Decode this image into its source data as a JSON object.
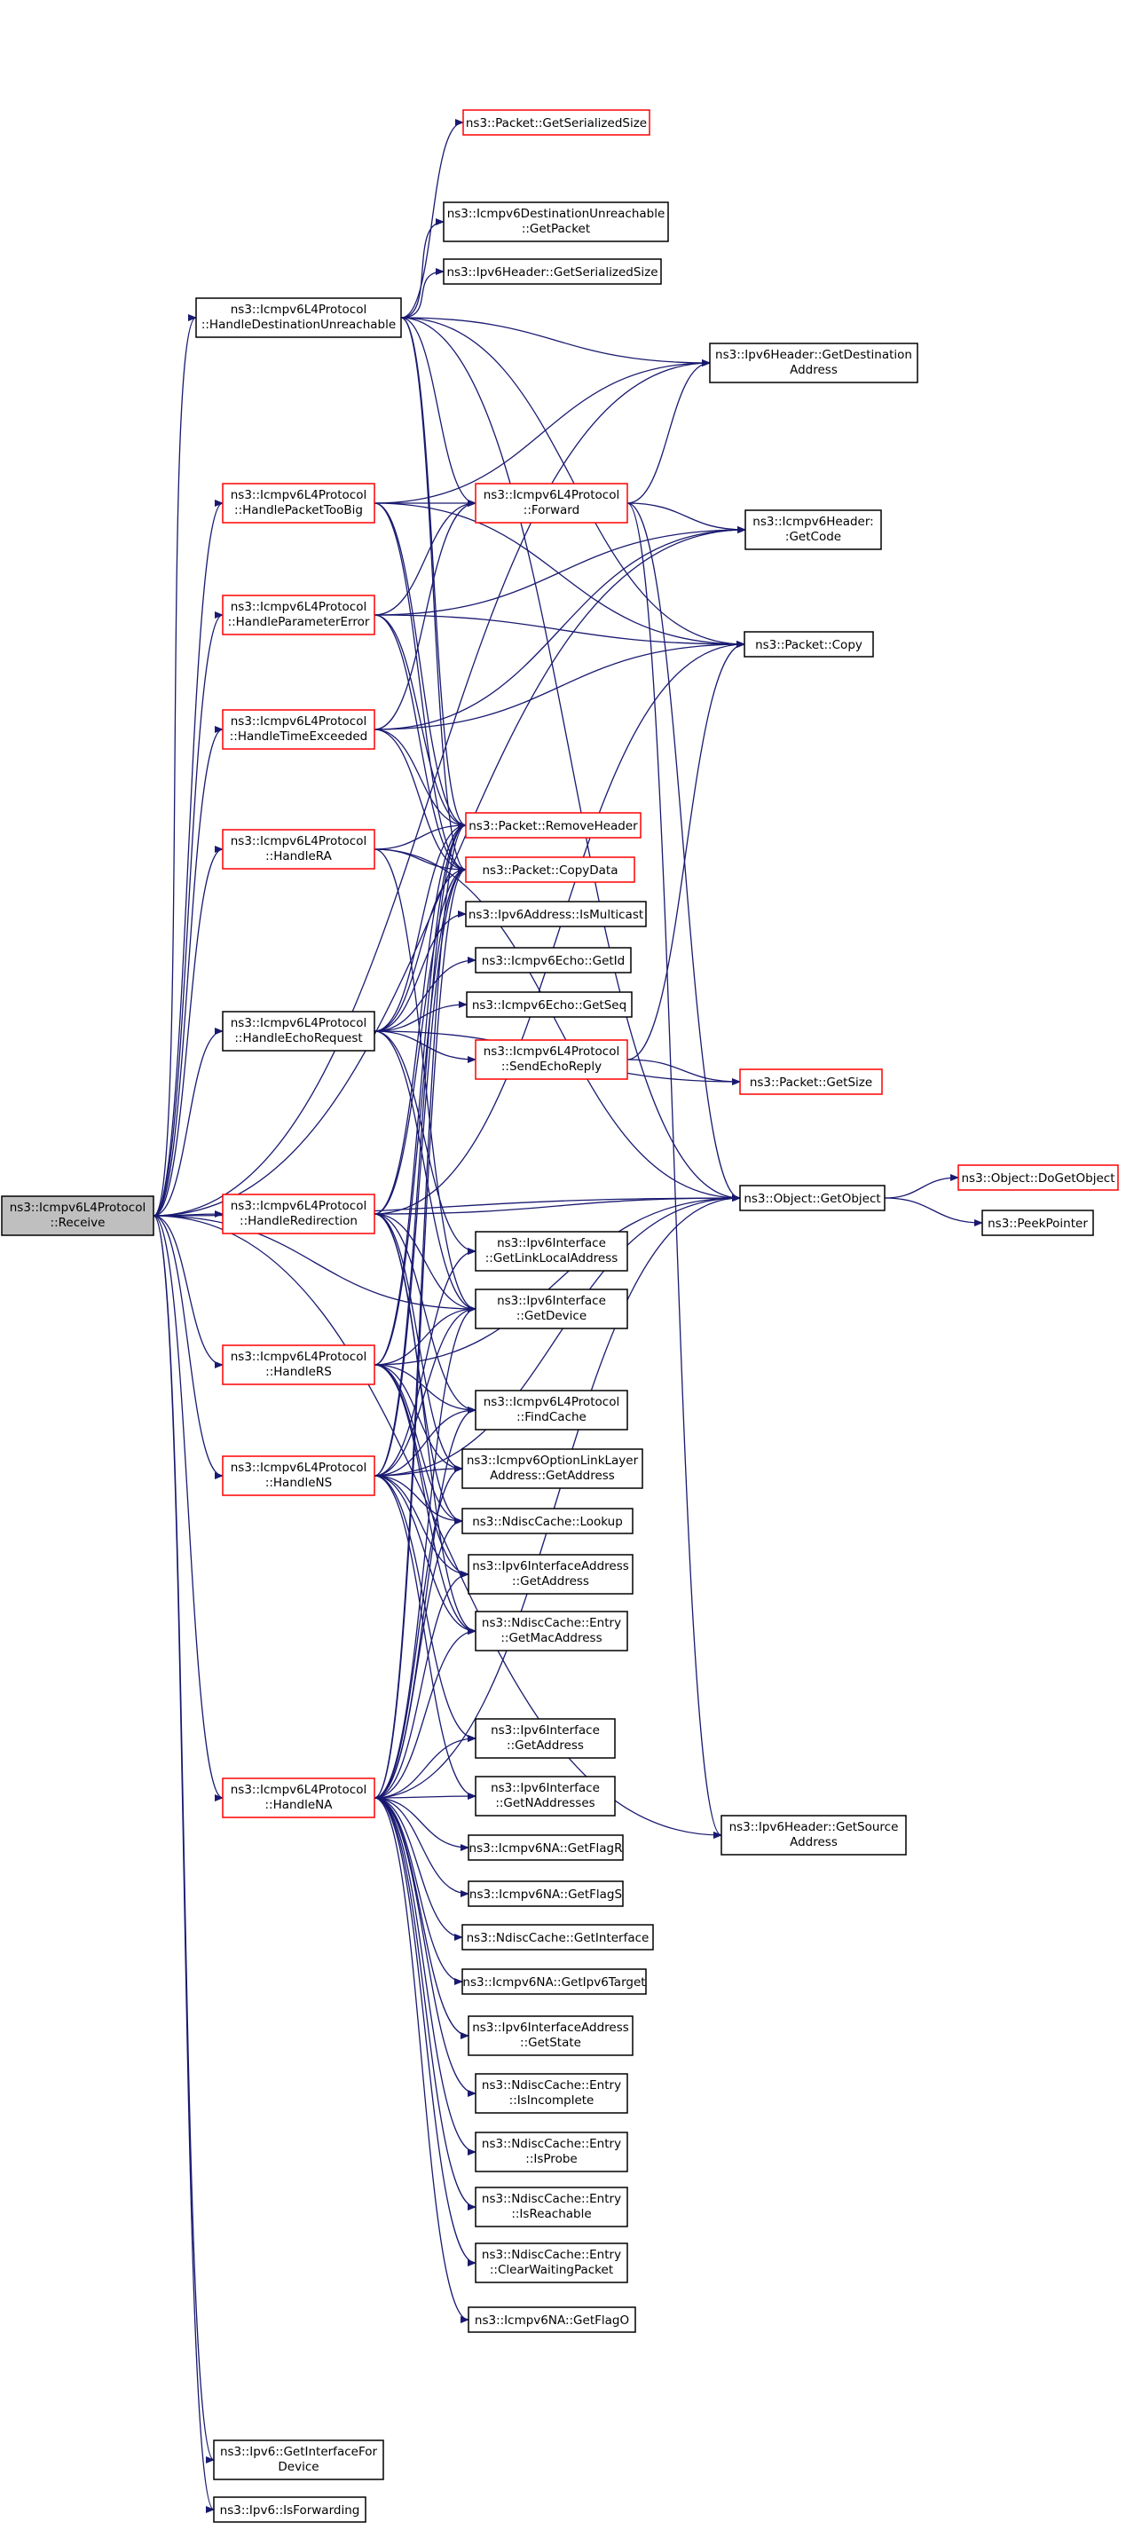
{
  "colors": {
    "edge": "#191970",
    "box_black": "#000000",
    "box_red": "#ff0000",
    "root_fill": "#bfbfbf",
    "fill": "#ffffff"
  },
  "root": "receive",
  "nodes": [
    {
      "id": "receive",
      "lines": [
        "ns3::Icmpv6L4Protocol",
        "::Receive"
      ],
      "border": "black",
      "root": true
    },
    {
      "id": "handle_dest_unreach",
      "lines": [
        "ns3::Icmpv6L4Protocol",
        "::HandleDestinationUnreachable"
      ],
      "border": "black"
    },
    {
      "id": "handle_pkt_too_big",
      "lines": [
        "ns3::Icmpv6L4Protocol",
        "::HandlePacketTooBig"
      ],
      "border": "red"
    },
    {
      "id": "handle_param_error",
      "lines": [
        "ns3::Icmpv6L4Protocol",
        "::HandleParameterError"
      ],
      "border": "red"
    },
    {
      "id": "handle_time_exceeded",
      "lines": [
        "ns3::Icmpv6L4Protocol",
        "::HandleTimeExceeded"
      ],
      "border": "red"
    },
    {
      "id": "handle_ra",
      "lines": [
        "ns3::Icmpv6L4Protocol",
        "::HandleRA"
      ],
      "border": "red"
    },
    {
      "id": "handle_echo_request",
      "lines": [
        "ns3::Icmpv6L4Protocol",
        "::HandleEchoRequest"
      ],
      "border": "black"
    },
    {
      "id": "handle_redirection",
      "lines": [
        "ns3::Icmpv6L4Protocol",
        "::HandleRedirection"
      ],
      "border": "red"
    },
    {
      "id": "handle_rs",
      "lines": [
        "ns3::Icmpv6L4Protocol",
        "::HandleRS"
      ],
      "border": "red"
    },
    {
      "id": "handle_ns",
      "lines": [
        "ns3::Icmpv6L4Protocol",
        "::HandleNS"
      ],
      "border": "red"
    },
    {
      "id": "handle_na",
      "lines": [
        "ns3::Icmpv6L4Protocol",
        "::HandleNA"
      ],
      "border": "red"
    },
    {
      "id": "ipv6_get_iface_for_device",
      "lines": [
        "ns3::Ipv6::GetInterfaceFor",
        "Device"
      ],
      "border": "black"
    },
    {
      "id": "ipv6_is_forwarding",
      "lines": [
        "ns3::Ipv6::IsForwarding"
      ],
      "border": "black"
    },
    {
      "id": "pkt_get_serialized_size",
      "lines": [
        "ns3::Packet::GetSerializedSize"
      ],
      "border": "red"
    },
    {
      "id": "dest_unreach_get_packet",
      "lines": [
        "ns3::Icmpv6DestinationUnreachable",
        "::GetPacket"
      ],
      "border": "black"
    },
    {
      "id": "ipv6hdr_get_serialized_size",
      "lines": [
        "ns3::Ipv6Header::GetSerializedSize"
      ],
      "border": "black"
    },
    {
      "id": "forward",
      "lines": [
        "ns3::Icmpv6L4Protocol",
        "::Forward"
      ],
      "border": "red"
    },
    {
      "id": "remove_header",
      "lines": [
        "ns3::Packet::RemoveHeader"
      ],
      "border": "red"
    },
    {
      "id": "copy_data",
      "lines": [
        "ns3::Packet::CopyData"
      ],
      "border": "red"
    },
    {
      "id": "ipv6addr_is_multicast",
      "lines": [
        "ns3::Ipv6Address::IsMulticast"
      ],
      "border": "black"
    },
    {
      "id": "echo_get_id",
      "lines": [
        "ns3::Icmpv6Echo::GetId"
      ],
      "border": "black"
    },
    {
      "id": "echo_get_seq",
      "lines": [
        "ns3::Icmpv6Echo::GetSeq"
      ],
      "border": "black"
    },
    {
      "id": "send_echo_reply",
      "lines": [
        "ns3::Icmpv6L4Protocol",
        "::SendEchoReply"
      ],
      "border": "red"
    },
    {
      "id": "get_link_local_addr",
      "lines": [
        "ns3::Ipv6Interface",
        "::GetLinkLocalAddress"
      ],
      "border": "black"
    },
    {
      "id": "iface_get_device",
      "lines": [
        "ns3::Ipv6Interface",
        "::GetDevice"
      ],
      "border": "black"
    },
    {
      "id": "find_cache",
      "lines": [
        "ns3::Icmpv6L4Protocol",
        "::FindCache"
      ],
      "border": "black"
    },
    {
      "id": "option_ll_get_address",
      "lines": [
        "ns3::Icmpv6OptionLinkLayer",
        "Address::GetAddress"
      ],
      "border": "black"
    },
    {
      "id": "ndisc_lookup",
      "lines": [
        "ns3::NdiscCache::Lookup"
      ],
      "border": "black"
    },
    {
      "id": "ifaceaddr_get_address",
      "lines": [
        "ns3::Ipv6InterfaceAddress",
        "::GetAddress"
      ],
      "border": "black"
    },
    {
      "id": "entry_get_mac",
      "lines": [
        "ns3::NdiscCache::Entry",
        "::GetMacAddress"
      ],
      "border": "black"
    },
    {
      "id": "iface_get_address",
      "lines": [
        "ns3::Ipv6Interface",
        "::GetAddress"
      ],
      "border": "black"
    },
    {
      "id": "iface_get_naddresses",
      "lines": [
        "ns3::Ipv6Interface",
        "::GetNAddresses"
      ],
      "border": "black"
    },
    {
      "id": "na_get_flag_r",
      "lines": [
        "ns3::Icmpv6NA::GetFlagR"
      ],
      "border": "black"
    },
    {
      "id": "na_get_flag_s",
      "lines": [
        "ns3::Icmpv6NA::GetFlagS"
      ],
      "border": "black"
    },
    {
      "id": "ndisc_get_interface",
      "lines": [
        "ns3::NdiscCache::GetInterface"
      ],
      "border": "black"
    },
    {
      "id": "na_get_ipv6_target",
      "lines": [
        "ns3::Icmpv6NA::GetIpv6Target"
      ],
      "border": "black"
    },
    {
      "id": "ifaceaddr_get_state",
      "lines": [
        "ns3::Ipv6InterfaceAddress",
        "::GetState"
      ],
      "border": "black"
    },
    {
      "id": "entry_is_incomplete",
      "lines": [
        "ns3::NdiscCache::Entry",
        "::IsIncomplete"
      ],
      "border": "black"
    },
    {
      "id": "entry_is_probe",
      "lines": [
        "ns3::NdiscCache::Entry",
        "::IsProbe"
      ],
      "border": "black"
    },
    {
      "id": "entry_is_reachable",
      "lines": [
        "ns3::NdiscCache::Entry",
        "::IsReachable"
      ],
      "border": "black"
    },
    {
      "id": "entry_clear_waiting",
      "lines": [
        "ns3::NdiscCache::Entry",
        "::ClearWaitingPacket"
      ],
      "border": "black"
    },
    {
      "id": "na_get_flag_o",
      "lines": [
        "ns3::Icmpv6NA::GetFlagO"
      ],
      "border": "black"
    },
    {
      "id": "ipv6hdr_get_dest",
      "lines": [
        "ns3::Ipv6Header::GetDestination",
        "Address"
      ],
      "border": "black"
    },
    {
      "id": "icmpv6hdr_get_code",
      "lines": [
        "ns3::Icmpv6Header:",
        ":GetCode"
      ],
      "border": "black"
    },
    {
      "id": "pkt_copy",
      "lines": [
        "ns3::Packet::Copy"
      ],
      "border": "black"
    },
    {
      "id": "pkt_get_size",
      "lines": [
        "ns3::Packet::GetSize"
      ],
      "border": "red"
    },
    {
      "id": "obj_get_object",
      "lines": [
        "ns3::Object::GetObject"
      ],
      "border": "black"
    },
    {
      "id": "ipv6hdr_get_source",
      "lines": [
        "ns3::Ipv6Header::GetSource",
        "Address"
      ],
      "border": "black"
    },
    {
      "id": "obj_do_get_object",
      "lines": [
        "ns3::Object::DoGetObject"
      ],
      "border": "red"
    },
    {
      "id": "peek_pointer",
      "lines": [
        "ns3::PeekPointer"
      ],
      "border": "black"
    }
  ],
  "edges": [
    [
      "receive",
      "handle_dest_unreach"
    ],
    [
      "receive",
      "handle_pkt_too_big"
    ],
    [
      "receive",
      "handle_param_error"
    ],
    [
      "receive",
      "handle_time_exceeded"
    ],
    [
      "receive",
      "handle_ra"
    ],
    [
      "receive",
      "handle_echo_request"
    ],
    [
      "receive",
      "handle_redirection"
    ],
    [
      "receive",
      "handle_rs"
    ],
    [
      "receive",
      "handle_ns"
    ],
    [
      "receive",
      "handle_na"
    ],
    [
      "receive",
      "ipv6_get_iface_for_device"
    ],
    [
      "receive",
      "ipv6_is_forwarding"
    ],
    [
      "receive",
      "ipv6hdr_get_dest"
    ],
    [
      "receive",
      "icmpv6hdr_get_code"
    ],
    [
      "receive",
      "iface_get_device"
    ],
    [
      "receive",
      "obj_get_object"
    ],
    [
      "receive",
      "ipv6hdr_get_source"
    ],
    [
      "handle_dest_unreach",
      "pkt_get_serialized_size"
    ],
    [
      "handle_dest_unreach",
      "dest_unreach_get_packet"
    ],
    [
      "handle_dest_unreach",
      "ipv6hdr_get_serialized_size"
    ],
    [
      "handle_dest_unreach",
      "ipv6hdr_get_dest"
    ],
    [
      "handle_dest_unreach",
      "pkt_copy"
    ],
    [
      "handle_dest_unreach",
      "forward"
    ],
    [
      "handle_dest_unreach",
      "remove_header"
    ],
    [
      "handle_dest_unreach",
      "copy_data"
    ],
    [
      "handle_dest_unreach",
      "obj_get_object"
    ],
    [
      "handle_pkt_too_big",
      "ipv6hdr_get_dest"
    ],
    [
      "handle_pkt_too_big",
      "forward"
    ],
    [
      "handle_pkt_too_big",
      "pkt_copy"
    ],
    [
      "handle_pkt_too_big",
      "remove_header"
    ],
    [
      "handle_pkt_too_big",
      "copy_data"
    ],
    [
      "handle_param_error",
      "forward"
    ],
    [
      "handle_param_error",
      "icmpv6hdr_get_code"
    ],
    [
      "handle_param_error",
      "pkt_copy"
    ],
    [
      "handle_param_error",
      "remove_header"
    ],
    [
      "handle_param_error",
      "copy_data"
    ],
    [
      "handle_time_exceeded",
      "forward"
    ],
    [
      "handle_time_exceeded",
      "icmpv6hdr_get_code"
    ],
    [
      "handle_time_exceeded",
      "pkt_copy"
    ],
    [
      "handle_time_exceeded",
      "remove_header"
    ],
    [
      "handle_time_exceeded",
      "copy_data"
    ],
    [
      "handle_ra",
      "remove_header"
    ],
    [
      "handle_ra",
      "copy_data"
    ],
    [
      "handle_ra",
      "obj_get_object"
    ],
    [
      "handle_ra",
      "iface_get_device"
    ],
    [
      "handle_echo_request",
      "remove_header"
    ],
    [
      "handle_echo_request",
      "copy_data"
    ],
    [
      "handle_echo_request",
      "ipv6addr_is_multicast"
    ],
    [
      "handle_echo_request",
      "echo_get_id"
    ],
    [
      "handle_echo_request",
      "echo_get_seq"
    ],
    [
      "handle_echo_request",
      "send_echo_reply"
    ],
    [
      "handle_echo_request",
      "pkt_get_size"
    ],
    [
      "handle_echo_request",
      "get_link_local_addr"
    ],
    [
      "handle_echo_request",
      "iface_get_device"
    ],
    [
      "forward",
      "ipv6hdr_get_dest"
    ],
    [
      "forward",
      "icmpv6hdr_get_code"
    ],
    [
      "forward",
      "obj_get_object"
    ],
    [
      "forward",
      "ipv6hdr_get_source"
    ],
    [
      "send_echo_reply",
      "pkt_copy"
    ],
    [
      "send_echo_reply",
      "pkt_get_size"
    ],
    [
      "handle_redirection",
      "remove_header"
    ],
    [
      "handle_redirection",
      "copy_data"
    ],
    [
      "handle_redirection",
      "pkt_copy"
    ],
    [
      "handle_redirection",
      "obj_get_object"
    ],
    [
      "handle_redirection",
      "iface_get_device"
    ],
    [
      "handle_redirection",
      "find_cache"
    ],
    [
      "handle_redirection",
      "option_ll_get_address"
    ],
    [
      "handle_redirection",
      "ndisc_lookup"
    ],
    [
      "handle_redirection",
      "entry_get_mac"
    ],
    [
      "handle_rs",
      "remove_header"
    ],
    [
      "handle_rs",
      "copy_data"
    ],
    [
      "handle_rs",
      "iface_get_device"
    ],
    [
      "handle_rs",
      "obj_get_object"
    ],
    [
      "handle_rs",
      "find_cache"
    ],
    [
      "handle_rs",
      "option_ll_get_address"
    ],
    [
      "handle_rs",
      "ndisc_lookup"
    ],
    [
      "handle_rs",
      "ifaceaddr_get_address"
    ],
    [
      "handle_rs",
      "entry_get_mac"
    ],
    [
      "handle_ns",
      "remove_header"
    ],
    [
      "handle_ns",
      "copy_data"
    ],
    [
      "handle_ns",
      "get_link_local_addr"
    ],
    [
      "handle_ns",
      "iface_get_device"
    ],
    [
      "handle_ns",
      "find_cache"
    ],
    [
      "handle_ns",
      "option_ll_get_address"
    ],
    [
      "handle_ns",
      "ndisc_lookup"
    ],
    [
      "handle_ns",
      "ifaceaddr_get_address"
    ],
    [
      "handle_ns",
      "entry_get_mac"
    ],
    [
      "handle_ns",
      "iface_get_address"
    ],
    [
      "handle_ns",
      "iface_get_naddresses"
    ],
    [
      "handle_ns",
      "obj_get_object"
    ],
    [
      "handle_na",
      "remove_header"
    ],
    [
      "handle_na",
      "copy_data"
    ],
    [
      "handle_na",
      "iface_get_device"
    ],
    [
      "handle_na",
      "find_cache"
    ],
    [
      "handle_na",
      "option_ll_get_address"
    ],
    [
      "handle_na",
      "ndisc_lookup"
    ],
    [
      "handle_na",
      "ifaceaddr_get_address"
    ],
    [
      "handle_na",
      "entry_get_mac"
    ],
    [
      "handle_na",
      "iface_get_address"
    ],
    [
      "handle_na",
      "iface_get_naddresses"
    ],
    [
      "handle_na",
      "na_get_flag_r"
    ],
    [
      "handle_na",
      "na_get_flag_s"
    ],
    [
      "handle_na",
      "ndisc_get_interface"
    ],
    [
      "handle_na",
      "na_get_ipv6_target"
    ],
    [
      "handle_na",
      "ifaceaddr_get_state"
    ],
    [
      "handle_na",
      "entry_is_incomplete"
    ],
    [
      "handle_na",
      "entry_is_probe"
    ],
    [
      "handle_na",
      "entry_is_reachable"
    ],
    [
      "handle_na",
      "entry_clear_waiting"
    ],
    [
      "handle_na",
      "na_get_flag_o"
    ],
    [
      "handle_na",
      "obj_get_object"
    ],
    [
      "obj_get_object",
      "obj_do_get_object"
    ],
    [
      "obj_get_object",
      "peek_pointer"
    ]
  ]
}
